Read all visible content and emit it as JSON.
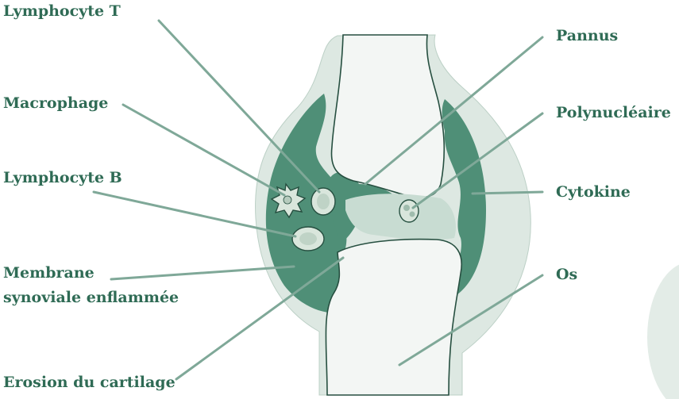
{
  "labels": {
    "lymphocyte_t": "Lymphocyte T",
    "macrophage": "Macrophage",
    "lymphocyte_b": "Lymphocyte B",
    "membrane_line1": "Membrane",
    "membrane_line2": "synoviale enflammée",
    "erosion": "Erosion du cartilage",
    "pannus": "Pannus",
    "polynucleaire": "Polynucléaire",
    "cytokine": "Cytokine",
    "os": "Os"
  },
  "colors": {
    "label_text": "#2f6b55",
    "leader_line": "#7fa898",
    "capsule_fill": "#dde8e2",
    "synovium_fill": "#4f8f77",
    "bone_fill": "#f3f6f4",
    "cartilage_fill": "#c8dcd2",
    "cell_fill": "#d9e6dc",
    "outline": "#264f40"
  }
}
